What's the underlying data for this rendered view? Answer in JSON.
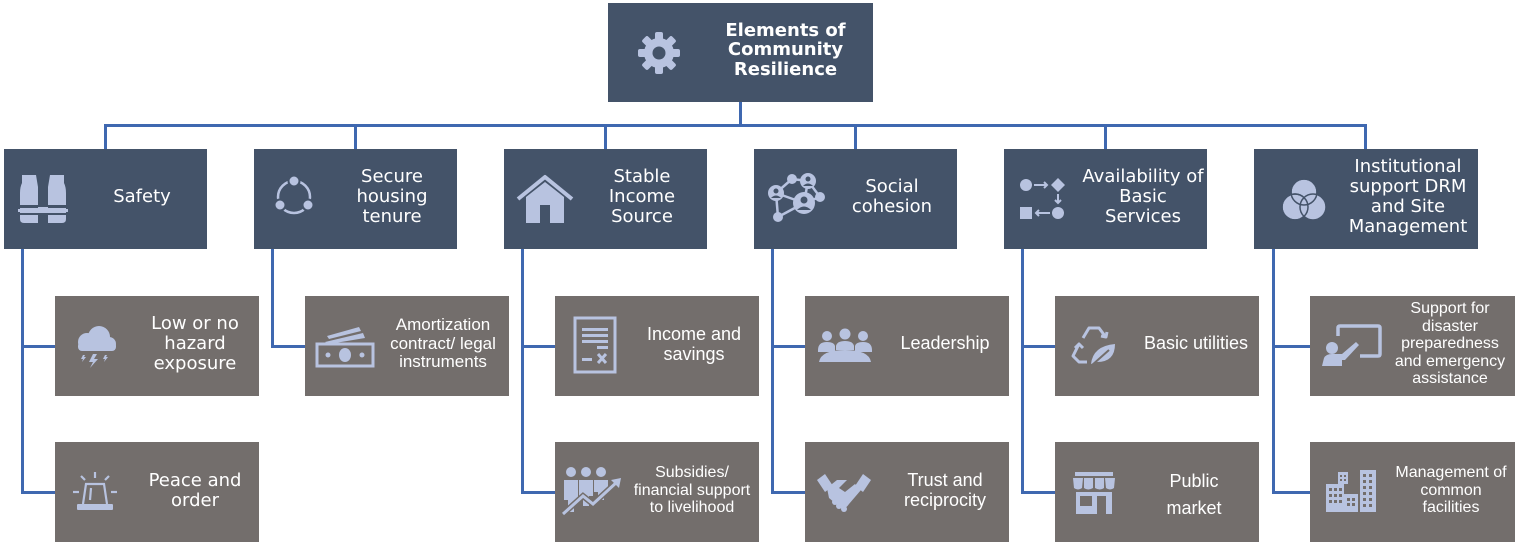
{
  "colors": {
    "root_fill": "#445369",
    "category_fill": "#445369",
    "child_fill": "#736e6c",
    "connector": "#3f68b0",
    "icon": "#b8c3e0",
    "text": "#ffffff"
  },
  "root": {
    "label": "Elements of\nCommunity\nResilience",
    "icon": "gear-icon"
  },
  "categories": [
    {
      "label": "Safety",
      "icon": "life-vest-icon",
      "children": [
        {
          "label": "Low or no\nhazard\nexposure",
          "icon": "storm-cloud-icon"
        },
        {
          "label": "Peace and\norder",
          "icon": "siren-icon"
        }
      ]
    },
    {
      "label": "Secure\nhousing\ntenure",
      "icon": "cycle-nodes-icon",
      "children": [
        {
          "label": "Amortization\ncontract/ legal\ninstruments",
          "icon": "money-bills-icon"
        }
      ]
    },
    {
      "label": "Stable\nIncome\nSource",
      "icon": "house-icon",
      "children": [
        {
          "label": "Income and\nsavings",
          "icon": "document-icon"
        },
        {
          "label": "Subsidies/\nfinancial support\nto livelihood",
          "icon": "people-growth-icon"
        }
      ]
    },
    {
      "label": "Social\ncohesion",
      "icon": "social-network-icon",
      "children": [
        {
          "label": "Leadership",
          "icon": "meeting-icon"
        },
        {
          "label": "Trust and\nreciprocity",
          "icon": "handshake-icon"
        }
      ]
    },
    {
      "label": "Availability  of\nBasic\nServices",
      "icon": "process-flow-icon",
      "children": [
        {
          "label": "Basic utilities",
          "icon": "recycle-leaf-icon"
        },
        {
          "label": "Public\nmarket",
          "icon": "storefront-icon"
        }
      ]
    },
    {
      "label": "Institutional\nsupport DRM\nand Site\nManagement",
      "icon": "venn-diagram-icon",
      "children": [
        {
          "label": "Support for\ndisaster\npreparedness\nand emergency\nassistance",
          "icon": "presentation-icon"
        },
        {
          "label": "Management of\ncommon\nfacilities",
          "icon": "buildings-icon"
        }
      ]
    }
  ]
}
